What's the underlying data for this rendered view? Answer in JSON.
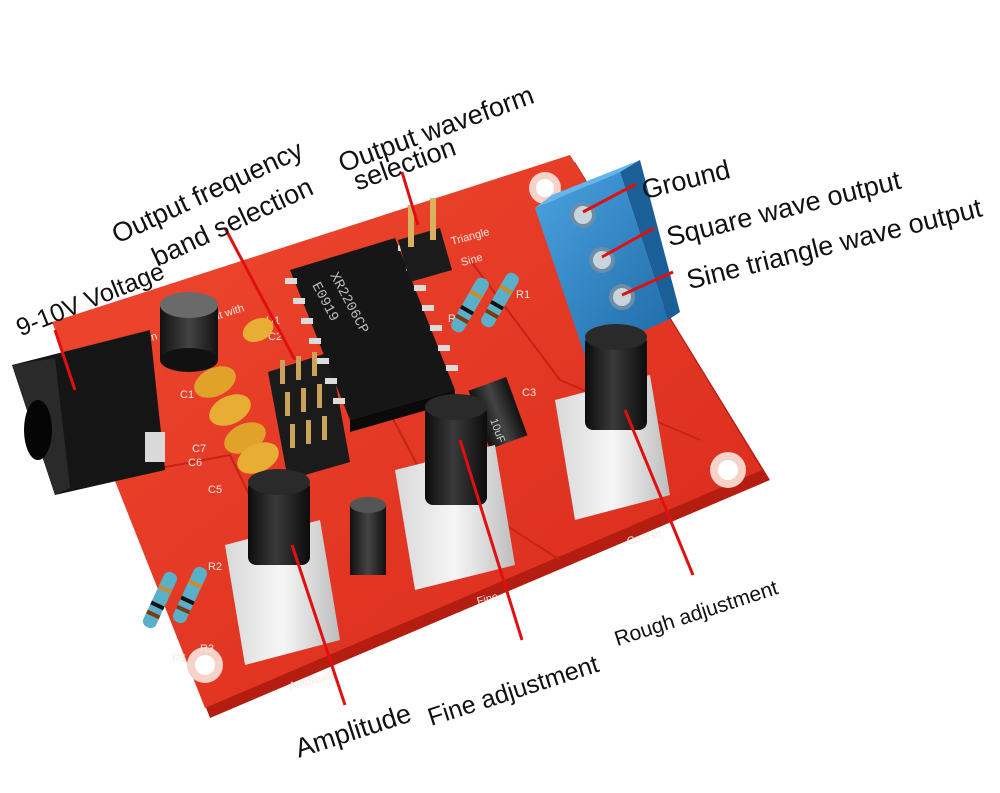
{
  "labels": {
    "voltage": "9-10V Voltage",
    "band_selection_line1": "Output frequency",
    "band_selection_line2": "band selection",
    "waveform_selection_line1": "Output waveform",
    "waveform_selection_line2": "selection",
    "ground": "Ground",
    "square_output": "Square wave output",
    "sine_triangle_output": "Sine triangle wave output",
    "amplitude": "Amplitude",
    "fine": "Fine adjustment",
    "rough": "Rough adjustment"
  },
  "board": {
    "chip_marking": "XR2206CP",
    "chip_code": "E0919",
    "silk_triangle": "Triangle",
    "silk_sine": "Sine",
    "silk_fine": "Fine",
    "silk_coarse": "Coarse",
    "silk_amplitude": "Amplitude",
    "silk_title": "Function Generator Kit with",
    "silk_refs": [
      "R1",
      "R2",
      "R3",
      "R4",
      "R5",
      "C1",
      "C2",
      "C3",
      "C5",
      "C6",
      "C7",
      "U1"
    ],
    "cap_value": "10uF",
    "colors": {
      "pcb": "#e8321e",
      "terminal": "#2f86c8",
      "knob": "#1e1e1e",
      "capacitor_yellow": "#e2a62a",
      "arrow": "#e01010"
    }
  }
}
